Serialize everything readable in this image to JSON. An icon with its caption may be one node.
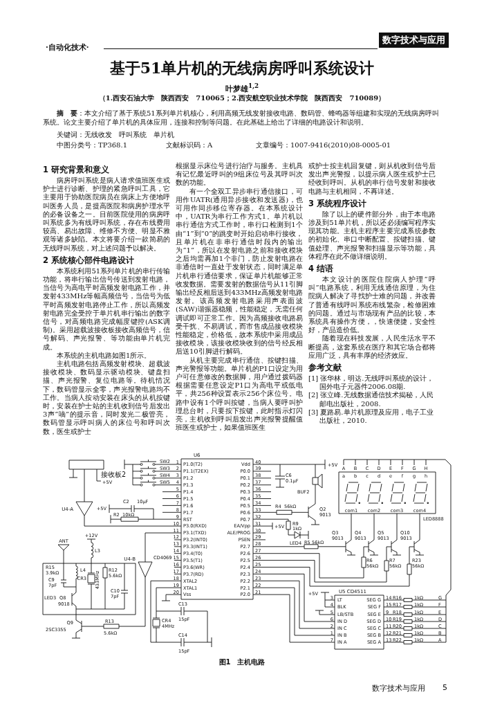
{
  "diagram": {
    "title": "基于51单片机的无线病房呼叫系统设计",
    "caption": "图1　主机电路",
    "labels": [
      "·自动化技术·",
      "数字技术与应用",
      "叶梦雄$^{1,2}$",
      "（1.西安石油大学　陕西西安　710065；2.西安航空职业技术学院　陕西西安　710089）",
      "**摘　要**：本文介绍了基于系统51系列单片机核心，利用高频无线发射接收电路、数码管、蜂鸣器等组建和实现的无线病房呼叫系统。论文主要介绍了单片机的具体应用，连接和控制等问题。在此基础上给出了详细的电路设计和说明。",
      "关键词：无线收发　呼叫系统　单片机",
      "中图分类号：TP368.1",
      "文献标识码：A",
      "文章编号：1007-9416(2010)08-0005-01",
      "1 研究背景和意义",
      "病房呼叫系统是病人请求值班医生或护士进行诊断、护理的紧急呼叫工具，它主要用于协助医院病员在病床上方便地呼叫医务人员，是提高医院和病房护理水平的必备设备之一。目前医院使用的病房呼叫系统多为有线呼叫系统，存在布线费用较高、易出故障、维修不方便、明显不雅观等诸多缺陷。本文将要介绍一款简易的无线呼叫系统，对上述问题予以解决。",
      "2 系统核心部件电路设计",
      "本系统利用51系列单片机的串行传输功能，将串行输出信号传送到发射电路，当信号为高电平时高频发射电路工作，并发射433MHz等幅高频信号，当信号为低平时高频发射电路停止工作，所以高频发射电路完全受控于单片机串行输出的数字信号，对高频电路完成幅度键控(ASK调制)。采用超载波接收板接收高频信号，信号解码、声光报警、等功能由单片机完成。",
      "本系统的主机电路如图1所示。",
      "主机电路包括高频发射模块、超载波接收模块、数码显示驱动模块、键盘扫描、声光报警、复位电路等。待机情况下，数码管显示全零，声光报警电路均不工作。当病人按动安装在床头的从机按键时，安装在护士站的主机收到信号后发出3声“嘀”的提示音，同时发光二极管亮，数码管显示呼叫病人的床位号和呼叫次数，医生或护士",
      "根据显示床位号进行治疗与服务。主机具有记忆最近呼叫的9组床位号及其呼叫次数的功能。",
      "有一个全双工异步串行通信接口，可用作UATR(通用异步接收和发送器)，也可用作同步移位寄存器。在本系统设计中，UATR为串行工作方式1。单片机以串行通信方式工作时，串行口检测到1个由“1”到“0”的跳变时开始启动串行接收，且单片机在非串行通信时段内的输出为“1”，所以在发射电路之前和接收模块之后均需再加1个非门，防止发射电路在非通信时一直处于发射状态，同时满足单片机串行通信要求，保证单片机能够正常收发数据。需要发射的数据信号从11引脚输出经反相后送到433MHz高频发射电路发射。该高频发射电路采用声表面波(SAW)谐振器稳频，性能稳定，无需任何调试即可正常工作。因为高频接收电路易受干扰、不易调试，而市售成品接收模块性能稳定，价格低，故本系统中采用成品接收模块，该接收模块收到的信号经反相后送10引脚进行解码。",
      "从机主要完成串行通信、按键扫描、声光警报等功能。单片机的P1口设定为用户可任意修改的数据脚，用户通过拨码器根据需要任意设定P1口为高电平或低电平，共256种设置表示256个床位号。电路中设有1个呼叫按键，当病人要呼叫护理总台时，只要按下按键，此时指示灯闪亮，主机收到呼叫后发出声光报警提醒值班医生或护士，如果值班医生",
      "或护士按主机回复键，则从机收到信号后发出声光警报，以提示病人医生或护士已经收到呼叫。从机的串行信号发射和接收电路与主机相同，不再详述。",
      "3 系统程序设计",
      "除了以上的硬件部分外，由于本电路涉及到51单片机，所以还必须编写程序实现其功能。主机主程序主要完成系统参数的初始化、串口中断配置、按键扫描、键值处理、声光报警和扫描显示等功能，具体程序在此不做详细说明。",
      "4 结语",
      "本文设计的医院住院病人护理“呼叫”电路系统，利用无线通信原理，为住院病人解决了寻找护士难的问题，并改善了普通有线呼叫系统布线繁杂，检修困难的问题。通过与市场现有产品的比较，本系统具有操作方便，，快速便捷，安全性好，产品造价低。",
      "随着现在科技发展，人民生活水平不断提高，这套系统在医疗和其它场合都将应用广泛，具有丰厚的经济效应。",
      "参考文献",
      "[1] 张华林，明达.无线呼叫系统的设计，国外电子元器件2006.08期.",
      "[2] 张立峰.无线数据通信技术揭秘，人民邮电出版社，2008.",
      "[3] 夏路易.单片机原理及应用，电子工业出版社，2010.",
      "接收板2",
      "+5V",
      "SW2",
      "SW3",
      "SW4",
      "SW5",
      "U6",
      "1",
      "2",
      "3",
      "4",
      "5",
      "6",
      "7",
      "8",
      "9",
      "10",
      "11",
      "12",
      "13",
      "14",
      "15",
      "16",
      "17",
      "18",
      "19",
      "20",
      "P1.0(T2)",
      "P1.1(T2EX)",
      "P1.2",
      "P1.3",
      "P1.4",
      "P1.5",
      "P1.6",
      "P1.7",
      "RST",
      "P3.0(RXD)",
      "P3.1(TXD)",
      "P3.2(INT0)",
      "P3.3(INT1)",
      "P3.4(T0)",
      "P3.5(T1)",
      "P3.6(WR)",
      "P3.7(RD)",
      "XTAL2",
      "XTAL1",
      "Vss",
      "Vdd",
      "P0.0",
      "P0.1",
      "P0.2",
      "P0.3",
      "P0.4",
      "P0.5",
      "P0.6",
      "P0.7",
      "EA/Vpp",
      "ALE/PROG",
      "PSEN",
      "P2.7",
      "P2.6",
      "P2.5",
      "P2.4",
      "P2.3",
      "P2.2",
      "P2.1",
      "P2.0",
      "40",
      "39",
      "38",
      "37",
      "36",
      "35",
      "34",
      "33",
      "32",
      "31",
      "30",
      "29",
      "28",
      "27",
      "26",
      "25",
      "24",
      "23",
      "22",
      "21",
      "U4-A",
      "+5V",
      "C2",
      "10μF",
      "R2",
      "10kΩ",
      "ANT",
      "+12V",
      "L3",
      "U4-B",
      "CD4069",
      "R15",
      "3.9kΩ",
      "L4",
      "R12",
      "5.6kΩ",
      "CR3",
      "433MHz",
      "C9",
      "7pF",
      "LED3",
      "Q8",
      "9018",
      "C10",
      "7pF",
      "Q9",
      "2SC3355",
      "R13",
      "5.6kΩ",
      "C13",
      "CR4",
      "15pF",
      "4MHz",
      "C14",
      "15pF",
      "+5V",
      "C6",
      "0.1μF",
      "BUF2",
      "R4",
      "56kΩ",
      "Q2",
      "9013",
      "R9",
      "1kΩ",
      "LED4",
      "+5V",
      "A",
      "B",
      "C",
      "D",
      "E",
      "F",
      "G",
      "H",
      "a",
      "b",
      "c",
      "d",
      "e",
      "f",
      "g",
      "h",
      "com1",
      "com2",
      "com3",
      "com4",
      "LED8888",
      "R5",
      "56kΩ",
      "Q3",
      "9013",
      "Q4",
      "9013",
      "Q5",
      "9013",
      "Q10",
      "9013",
      "R6",
      "56kΩ",
      "R7",
      "56kΩ",
      "R23",
      "56kΩ",
      "+5V",
      "U5 CD4511",
      "3",
      "4",
      "5",
      "6",
      "2",
      "1",
      "7",
      "LT",
      "BLK",
      "LB/STB",
      "IN D",
      "IN C",
      "IN B",
      "IN A",
      "SEG G",
      "SEG F",
      "SEG E",
      "SEG D",
      "SEG C",
      "SEG B",
      "SEG A",
      "14",
      "15",
      "9",
      "10",
      "11",
      "12",
      "13",
      "R16",
      "1kΩ",
      "G",
      "R17",
      "1kΩ",
      "F",
      "R18",
      "1kΩ",
      "E",
      "R19",
      "1kΩ",
      "D",
      "R20",
      "1kΩ",
      "C",
      "R21",
      "1kΩ",
      "B",
      "R22",
      "1kΩ",
      "A",
      "数字技术与应用",
      "5"
    ]
  }
}
